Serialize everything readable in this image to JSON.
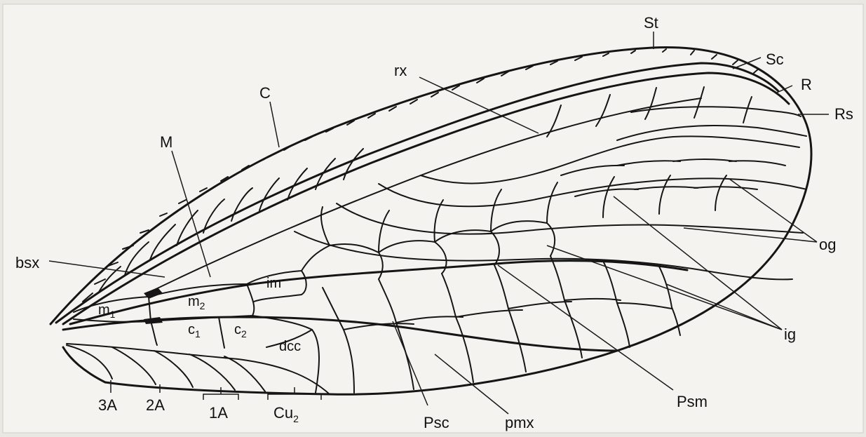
{
  "labels": {
    "St": "St",
    "Sc": "Sc",
    "R": "R",
    "Rs": "Rs",
    "rx": "rx",
    "C": "C",
    "M": "M",
    "bsx": "bsx",
    "og": "og",
    "ig": "ig",
    "Psm": "Psm",
    "Psc": "Psc",
    "pmx": "pmx",
    "A3": "3A",
    "A2": "2A",
    "A1": "1A",
    "Cu_base": "Cu",
    "Cu_sub": "2"
  },
  "cells": {
    "m1_base": "m",
    "m1_sub": "1",
    "m2_base": "m",
    "m2_sub": "2",
    "im": "im",
    "c1_base": "c",
    "c1_sub": "1",
    "c2_base": "c",
    "c2_sub": "2",
    "dcc": "dcc"
  }
}
